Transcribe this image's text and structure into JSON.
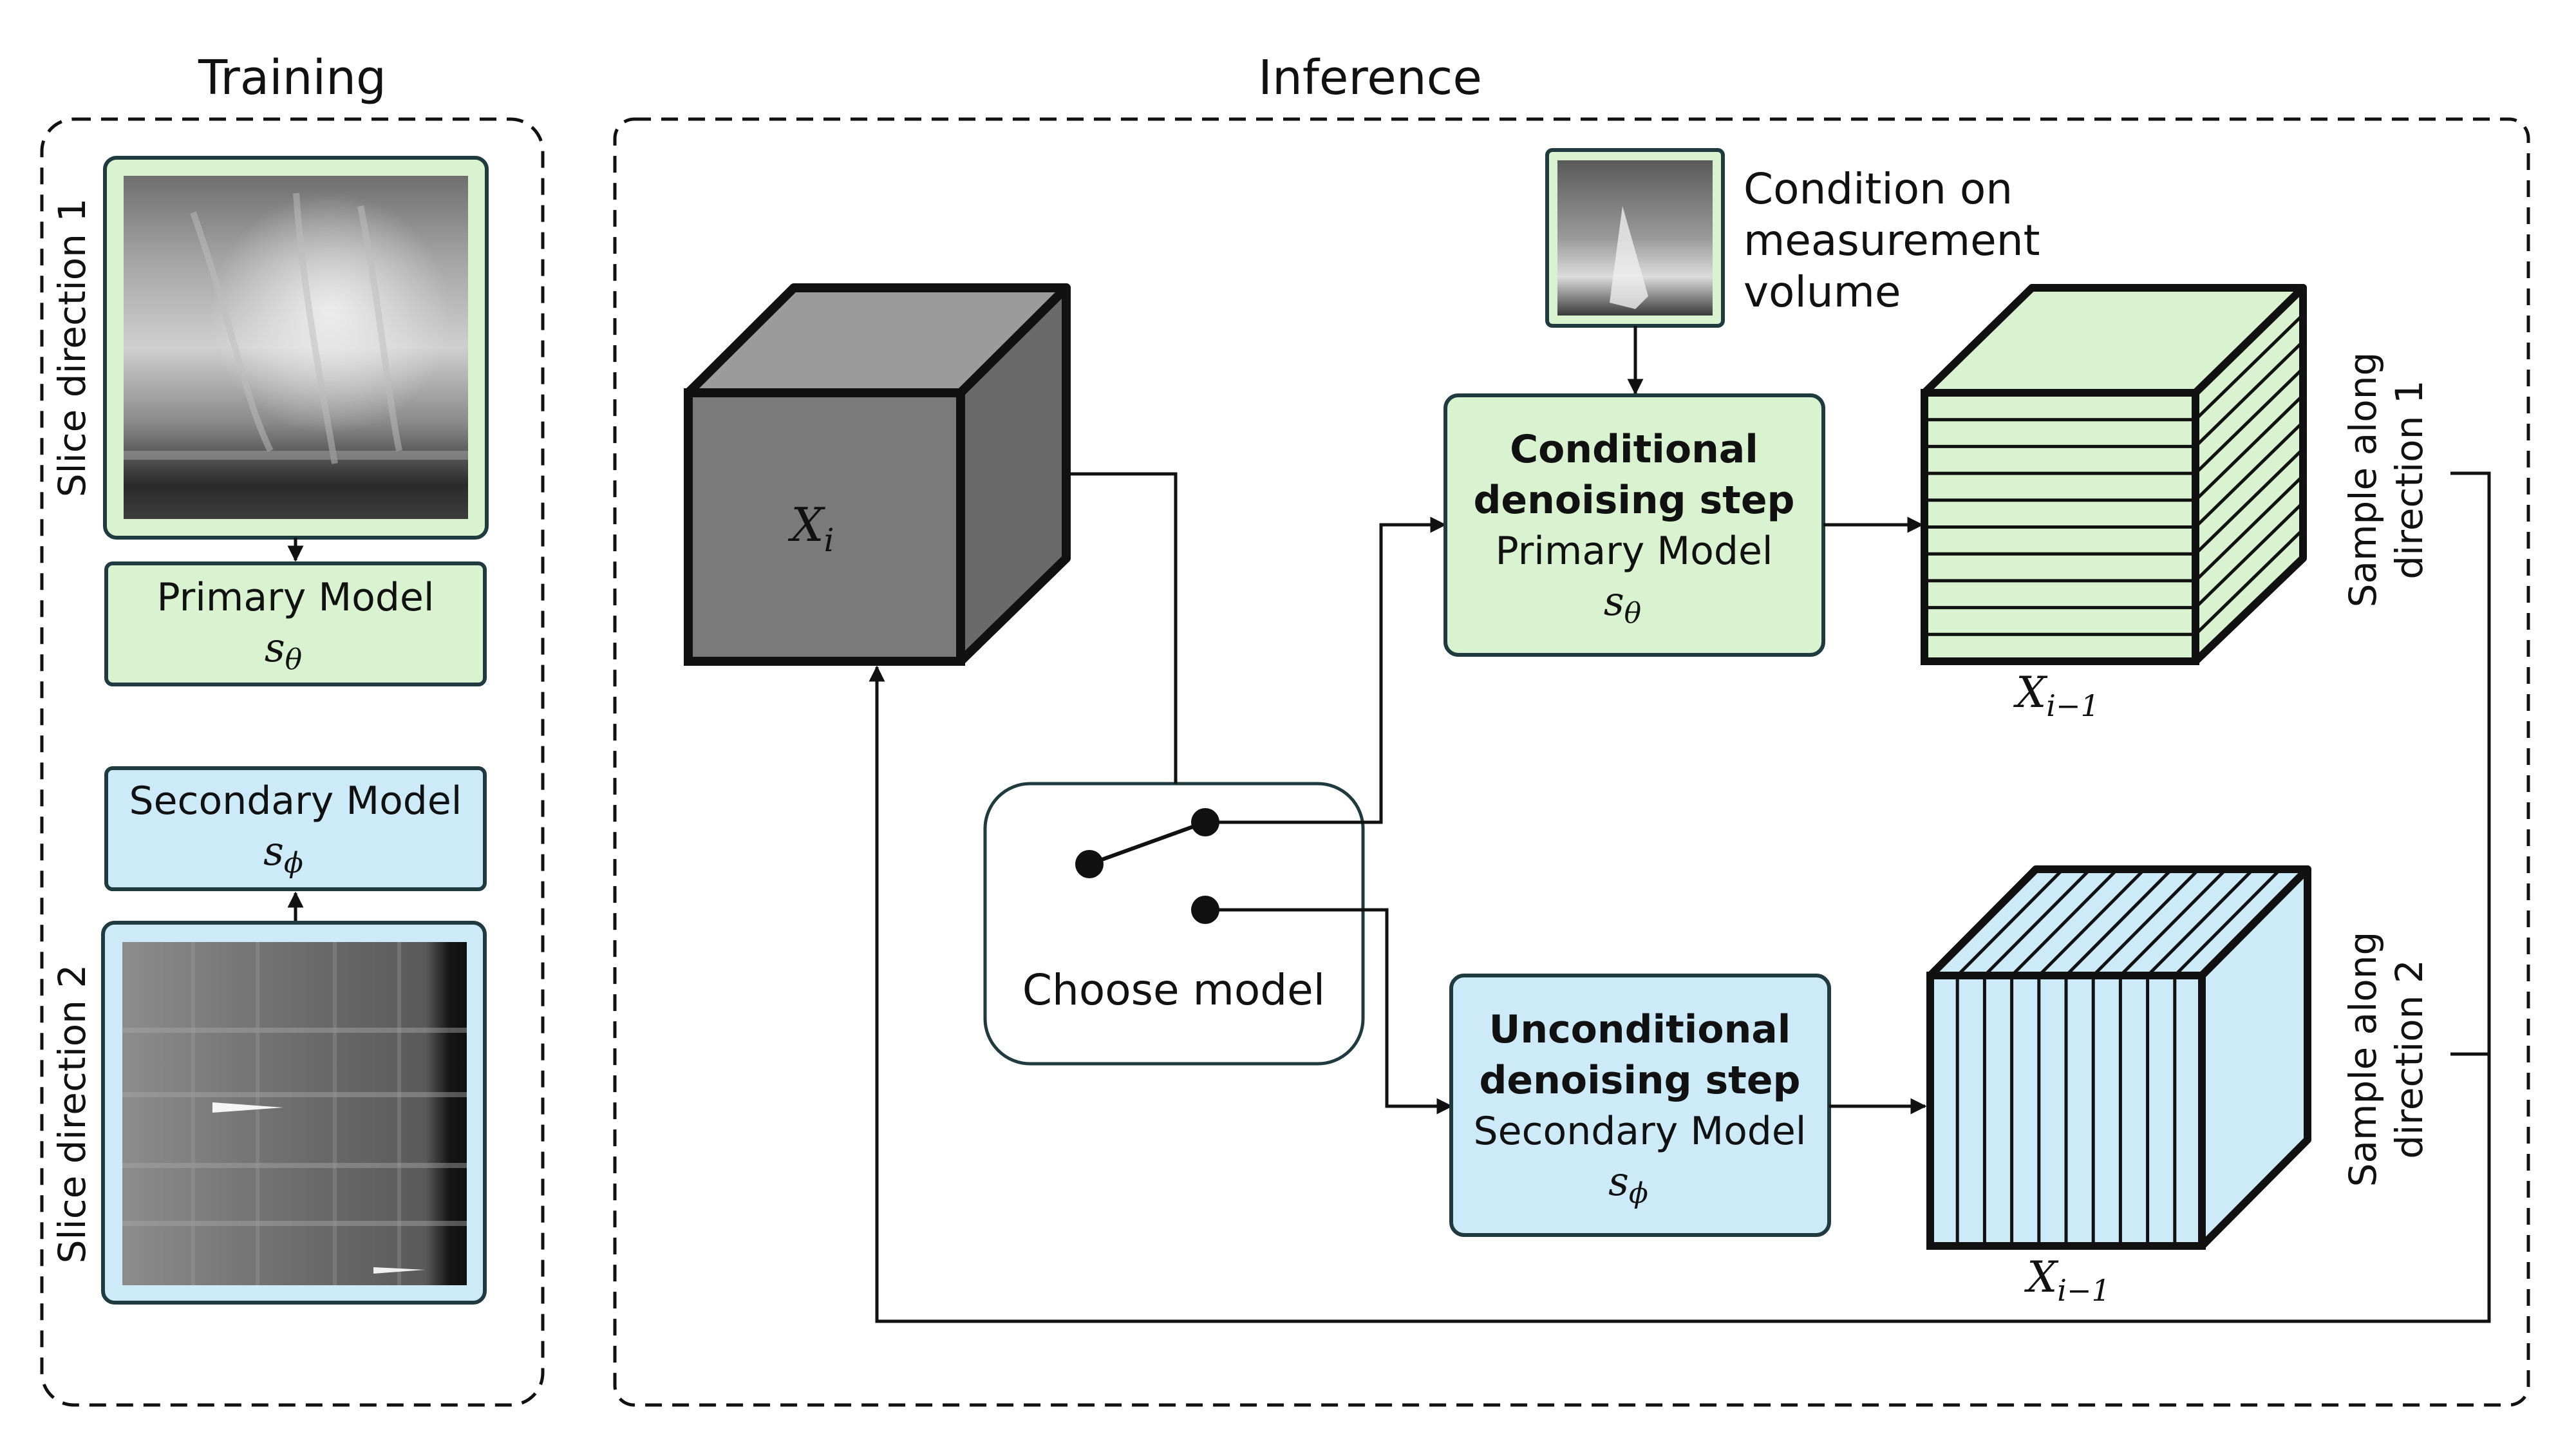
{
  "training": {
    "title": "Training",
    "slice1_label": "Slice direction 1",
    "slice2_label": "Slice direction 2",
    "primary_model": {
      "name": "Primary Model",
      "symbol": "s",
      "sub": "θ"
    },
    "secondary_model": {
      "name": "Secondary Model",
      "symbol": "s",
      "sub": "ϕ"
    }
  },
  "inference": {
    "title": "Inference",
    "state": {
      "symbol": "X",
      "sub": "i"
    },
    "condition": {
      "line1": "Condition on",
      "line2": "measurement",
      "line3": "volume"
    },
    "conditional_step": {
      "line1": "Conditional",
      "line2": "denoising step",
      "model": "Primary Model",
      "symbol": "s",
      "sub": "θ"
    },
    "unconditional_step": {
      "line1": "Unconditional",
      "line2": "denoising step",
      "model": "Secondary Model",
      "symbol": "s",
      "sub": "ϕ"
    },
    "switch_label": "Choose model",
    "output_top": {
      "symbol": "X",
      "sub": "i−1"
    },
    "output_bottom": {
      "symbol": "X",
      "sub": "i−1"
    },
    "sample1": {
      "line1": "Sample along",
      "line2": "direction 1"
    },
    "sample2": {
      "line1": "Sample along",
      "line2": "direction 2"
    }
  },
  "colors": {
    "green_fill": "#d9f2d0",
    "blue_fill": "#cdeaf8",
    "box_border": "#1f3b3f",
    "cube_front": "#7a7a7a",
    "cube_top": "#9b9b9b",
    "cube_side": "#6a6a6a"
  }
}
